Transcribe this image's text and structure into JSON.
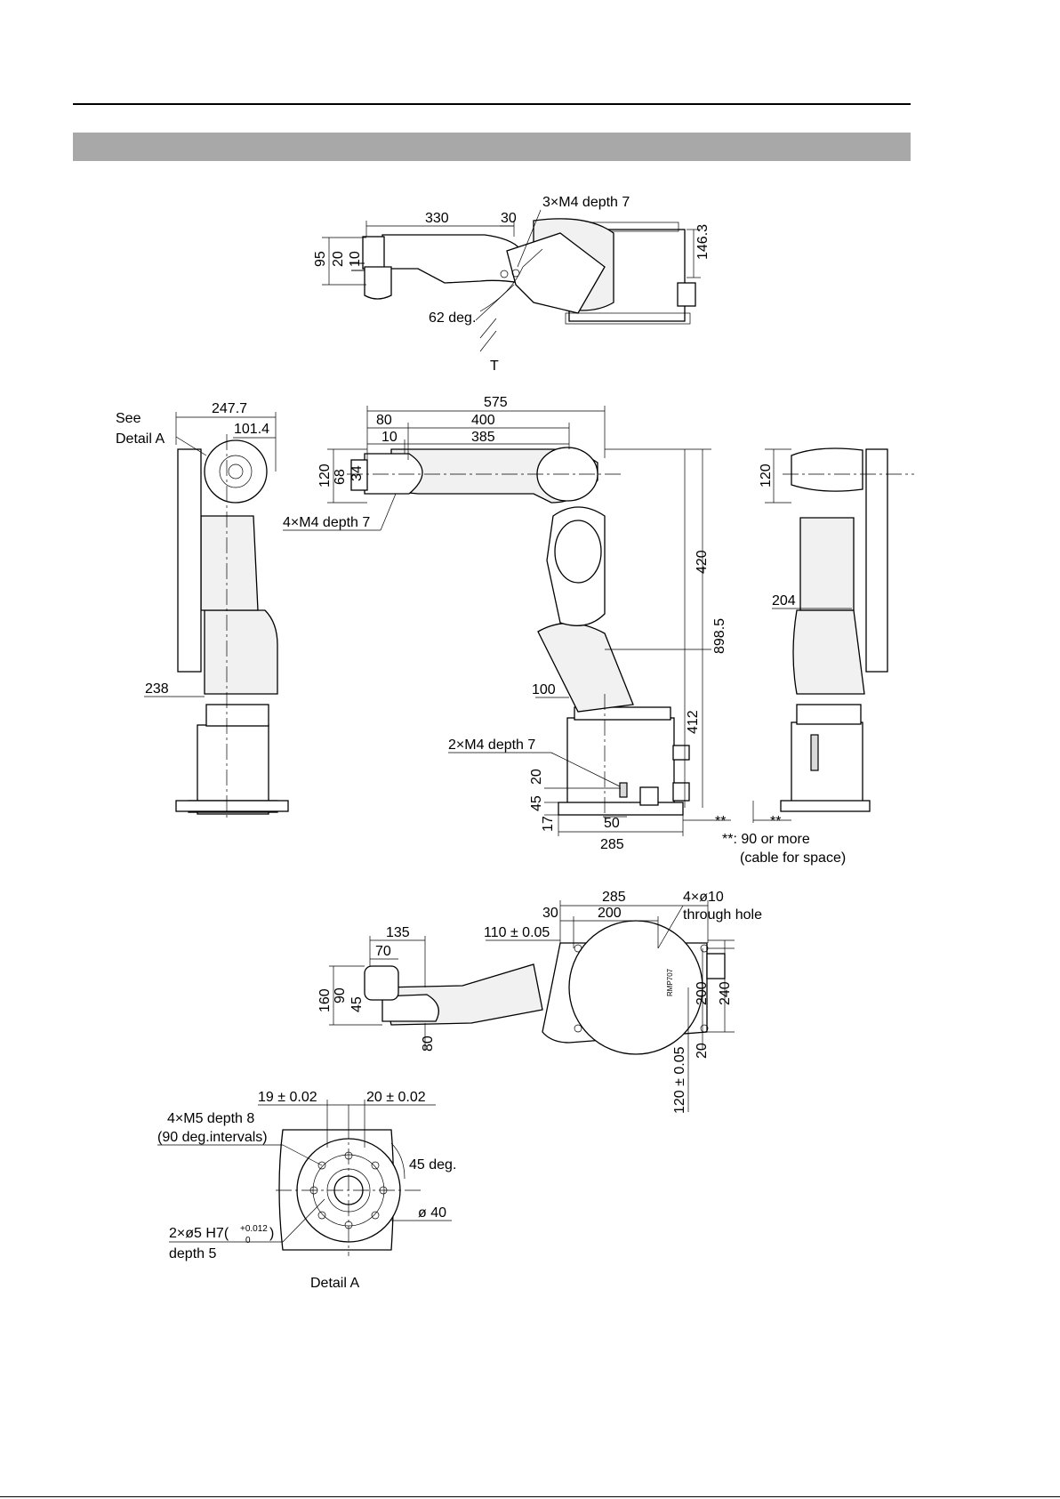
{
  "page": {
    "header_band_color": "#a8a8a8"
  },
  "top_view": {
    "dim_330": "330",
    "dim_30": "30",
    "hole_note": "3×M4 depth 7",
    "dim_146_3": "146.3",
    "dim_95": "95",
    "dim_20": "20",
    "dim_10": "10",
    "angle": "62 deg.",
    "point_label": "T"
  },
  "left_view": {
    "see_label": "See",
    "detail_label": "Detail A",
    "dim_247_7": "247.7",
    "dim_101_4": "101.4",
    "dim_238": "238"
  },
  "front_view": {
    "dim_575": "575",
    "dim_80": "80",
    "dim_400": "400",
    "dim_10": "10",
    "dim_385": "385",
    "dim_120": "120",
    "dim_68": "68",
    "dim_34": "34",
    "hole_note_flange": "4×M4 depth 7",
    "dim_420": "420",
    "dim_898_5": "898.5",
    "dim_100": "100",
    "dim_412": "412",
    "hole_note_base": "2×M4 depth 7",
    "dim_20": "20",
    "dim_45": "45",
    "dim_17": "17",
    "dim_50": "50",
    "dim_285": "285",
    "dbl_star": "**"
  },
  "right_view": {
    "dim_120": "120",
    "dim_204": "204",
    "dbl_star": "**",
    "note_line1": "**: 90 or more",
    "note_line2": "(cable for space)"
  },
  "bottom_view": {
    "dim_285": "285",
    "hole_note_line1": "4×ø10",
    "hole_note_line2": "through hole",
    "dim_30": "30",
    "dim_200_top": "200",
    "dim_135": "135",
    "dim_110": "110 ± 0.05",
    "dim_70": "70",
    "dim_160": "160",
    "dim_90": "90",
    "dim_45": "45",
    "dim_80": "80",
    "dim_200_side": "200",
    "dim_240": "240",
    "dim_20": "20",
    "dim_120": "120 ± 0.05",
    "base_marking": "RMP707"
  },
  "detail_a": {
    "dim_19": "19 ± 0.02",
    "dim_20": "20 ± 0.02",
    "m5_note_line1": "4×M5 depth 8",
    "m5_note_line2": "(90 deg.intervals)",
    "angle": "45 deg.",
    "diameter": "ø 40",
    "pin_note_main": "2×ø5 H7(",
    "pin_tol_upper": "+0.012",
    "pin_tol_lower": "0",
    "pin_note_close": ")",
    "pin_depth": "depth 5",
    "caption": "Detail A"
  }
}
